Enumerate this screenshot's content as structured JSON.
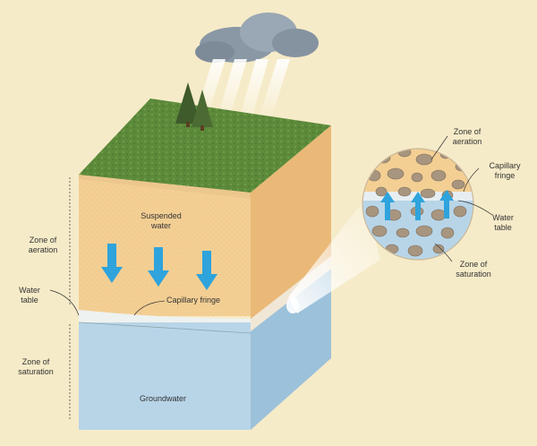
{
  "labels": {
    "suspended_water": "Suspended\nwater",
    "capillary_fringe": "Capillary fringe",
    "groundwater": "Groundwater",
    "side_zone_aeration": "Zone of\naeration",
    "side_water_table": "Water\ntable",
    "side_zone_saturation": "Zone of\nsaturation",
    "inset_zone_aeration": "Zone of\naeration",
    "inset_capillary_fringe": "Capillary\nfringe",
    "inset_water_table": "Water\ntable",
    "inset_zone_saturation": "Zone of\nsaturation"
  },
  "colors": {
    "background": "#f6ebc8",
    "grass": "#5c8a3a",
    "soil_front": "#f3cf94",
    "soil_side": "#eab978",
    "fringe": "#eef2f0",
    "water_front": "#b8d5e8",
    "water_side": "#9cc1da",
    "arrow": "#2ea3dc",
    "pebble": "#a8957f",
    "cloud": "#8a98a6"
  },
  "icons": [
    "cloud-icon",
    "rain-icon",
    "tree-icon",
    "down-arrow-icon",
    "up-arrow-icon"
  ]
}
